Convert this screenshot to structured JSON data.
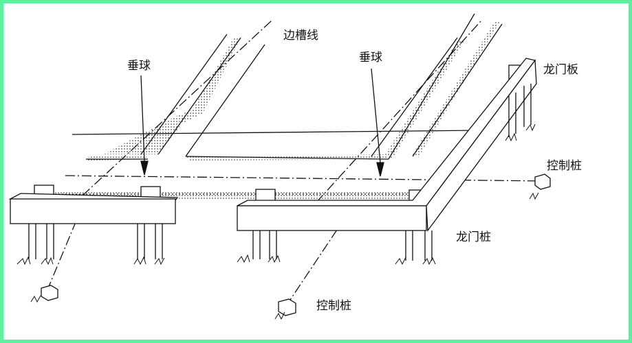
{
  "labels": {
    "edge_trench_line": "边槽线",
    "plumb_bob_left": "垂球",
    "plumb_bob_right": "垂球",
    "batter_board": "龙门板",
    "control_stake_right": "控制桩",
    "control_stake_bottom": "控制桩",
    "batter_post": "龙门桩"
  },
  "colors": {
    "border": "#5ef0a0",
    "ink": "#111111"
  }
}
